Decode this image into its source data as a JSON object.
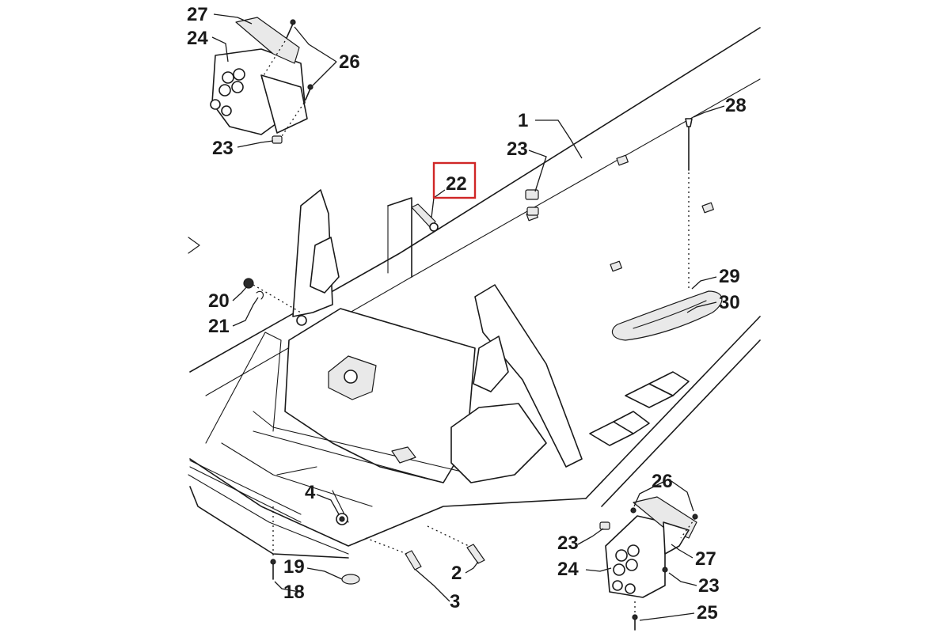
{
  "diagram": {
    "callouts": {
      "c27_top": "27",
      "c24_top": "24",
      "c26_top": "26",
      "c23_top": "23",
      "c22": "22",
      "c1": "1",
      "c23_mid": "23",
      "c28": "28",
      "c29": "29",
      "c30": "30",
      "c20": "20",
      "c21": "21",
      "c4": "4",
      "c19": "19",
      "c18": "18",
      "c2": "2",
      "c3": "3",
      "c26_br": "26",
      "c23_br1": "23",
      "c27_br": "27",
      "c24_br": "24",
      "c23_br2": "23",
      "c25": "25"
    },
    "highlighted_callout": "22",
    "colors": {
      "line": "#1a1a1a",
      "highlight": "#d02626",
      "background": "#ffffff"
    }
  }
}
